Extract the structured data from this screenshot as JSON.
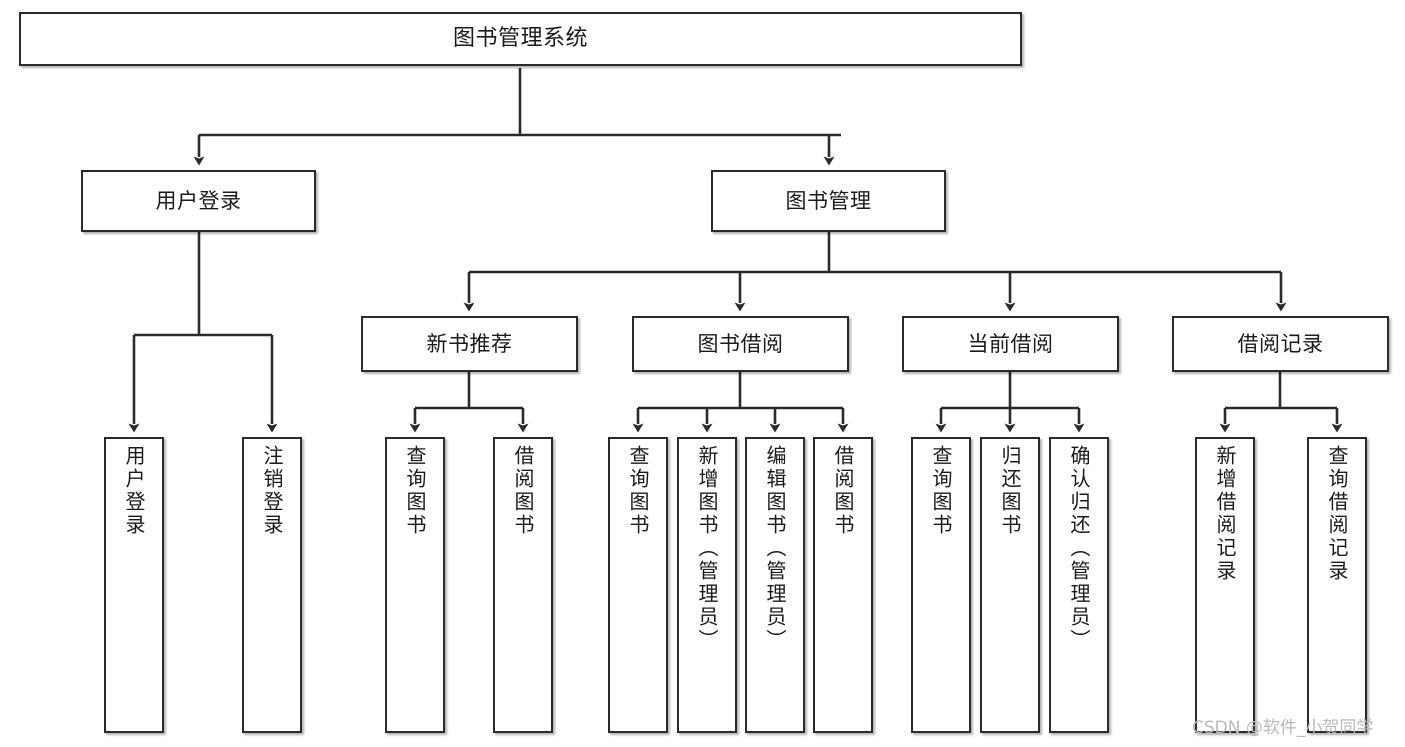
{
  "diagram": {
    "title": "图书管理系统",
    "type": "tree-hierarchy",
    "orientation": "top-down",
    "colors": {
      "box_border": "#2b2b2b",
      "box_fill": "#ffffff",
      "edge": "#2b2b2b",
      "text": "#1b1b1b",
      "watermark": "#b9b9b9",
      "background": "#ffffff"
    },
    "levels": [
      {
        "level": 1,
        "nodes": [
          {
            "id": "root",
            "label": "图书管理系统"
          }
        ]
      },
      {
        "level": 2,
        "nodes": [
          {
            "id": "login",
            "label": "用户登录",
            "parent": "root"
          },
          {
            "id": "bookmgmt",
            "label": "图书管理",
            "parent": "root"
          }
        ]
      },
      {
        "level": 3,
        "nodes": [
          {
            "id": "newbook",
            "label": "新书推荐",
            "parent": "bookmgmt"
          },
          {
            "id": "borrow",
            "label": "图书借阅",
            "parent": "bookmgmt"
          },
          {
            "id": "current",
            "label": "当前借阅",
            "parent": "bookmgmt"
          },
          {
            "id": "record",
            "label": "借阅记录",
            "parent": "bookmgmt"
          }
        ]
      },
      {
        "level": 4,
        "nodes": [
          {
            "id": "leaf1",
            "label": "用户登录",
            "parent": "login"
          },
          {
            "id": "leaf2",
            "label": "注销登录",
            "parent": "login"
          },
          {
            "id": "leaf3",
            "label": "查询图书",
            "parent": "newbook"
          },
          {
            "id": "leaf4",
            "label": "借阅图书",
            "parent": "newbook"
          },
          {
            "id": "leaf5",
            "label": "查询图书",
            "parent": "borrow"
          },
          {
            "id": "leaf6",
            "label": "新增图书（管理员）",
            "parent": "borrow"
          },
          {
            "id": "leaf7",
            "label": "编辑图书（管理员）",
            "parent": "borrow"
          },
          {
            "id": "leaf8",
            "label": "借阅图书",
            "parent": "borrow"
          },
          {
            "id": "leaf9",
            "label": "查询图书",
            "parent": "current"
          },
          {
            "id": "leaf10",
            "label": "归还图书",
            "parent": "current"
          },
          {
            "id": "leaf11",
            "label": "确认归还（管理员）",
            "parent": "current"
          },
          {
            "id": "leaf12",
            "label": "新增借阅记录",
            "parent": "record"
          },
          {
            "id": "leaf13",
            "label": "查询借阅记录",
            "parent": "record"
          }
        ]
      }
    ],
    "watermark": "CSDN @软件_小贺同学"
  }
}
